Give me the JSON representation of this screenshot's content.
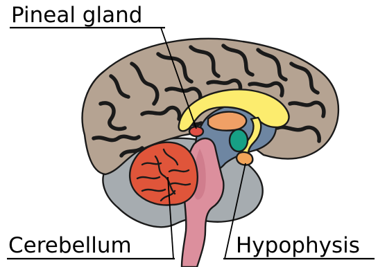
{
  "labels": {
    "pineal_gland": "Pineal gland",
    "cerebellum": "Cerebellum",
    "hypophysis": "Hypophysis"
  },
  "colors": {
    "cerebrum": "#b5a392",
    "cerebrum_shadow": "#8f8072",
    "inner_region": "#a6acb0",
    "corpus_callosum": "#fcec6e",
    "corpus_callosum_edge": "#f5c640",
    "thalamus_area": "#6e86a2",
    "orange_region": "#f0a066",
    "green_region": "#17a085",
    "cerebellum": "#e0553a",
    "brainstem": "#dc8f9d",
    "brainstem_dark": "#c6707f",
    "pineal": "#e04f45",
    "hypophysis": "#f3a55a"
  }
}
